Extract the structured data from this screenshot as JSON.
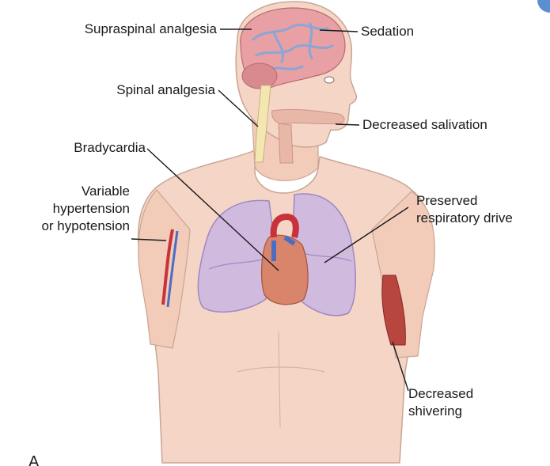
{
  "labels": {
    "supraspinal": "Supraspinal analgesia",
    "sedation": "Sedation",
    "spinal": "Spinal analgesia",
    "salivation": "Decreased salivation",
    "bradycardia": "Bradycardia",
    "variable_1": "Variable",
    "variable_2": "hypertension",
    "variable_3": "or hypotension",
    "respiratory_1": "Preserved",
    "respiratory_2": "respiratory drive",
    "shivering_1": "Decreased",
    "shivering_2": "shivering",
    "panel": "A"
  },
  "colors": {
    "skin": "#f5d6c6",
    "skin_outline": "#c9a595",
    "brain": "#e8a0a4",
    "brain_vessels": "#8aa6d6",
    "lungs": "#c9b6e2",
    "heart": "#d9856b",
    "artery": "#c8323a",
    "vein": "#4a6fc2",
    "spinal_cord": "#f3e6b0",
    "muscle": "#b8463e",
    "leader_line": "#1a1a1a"
  }
}
